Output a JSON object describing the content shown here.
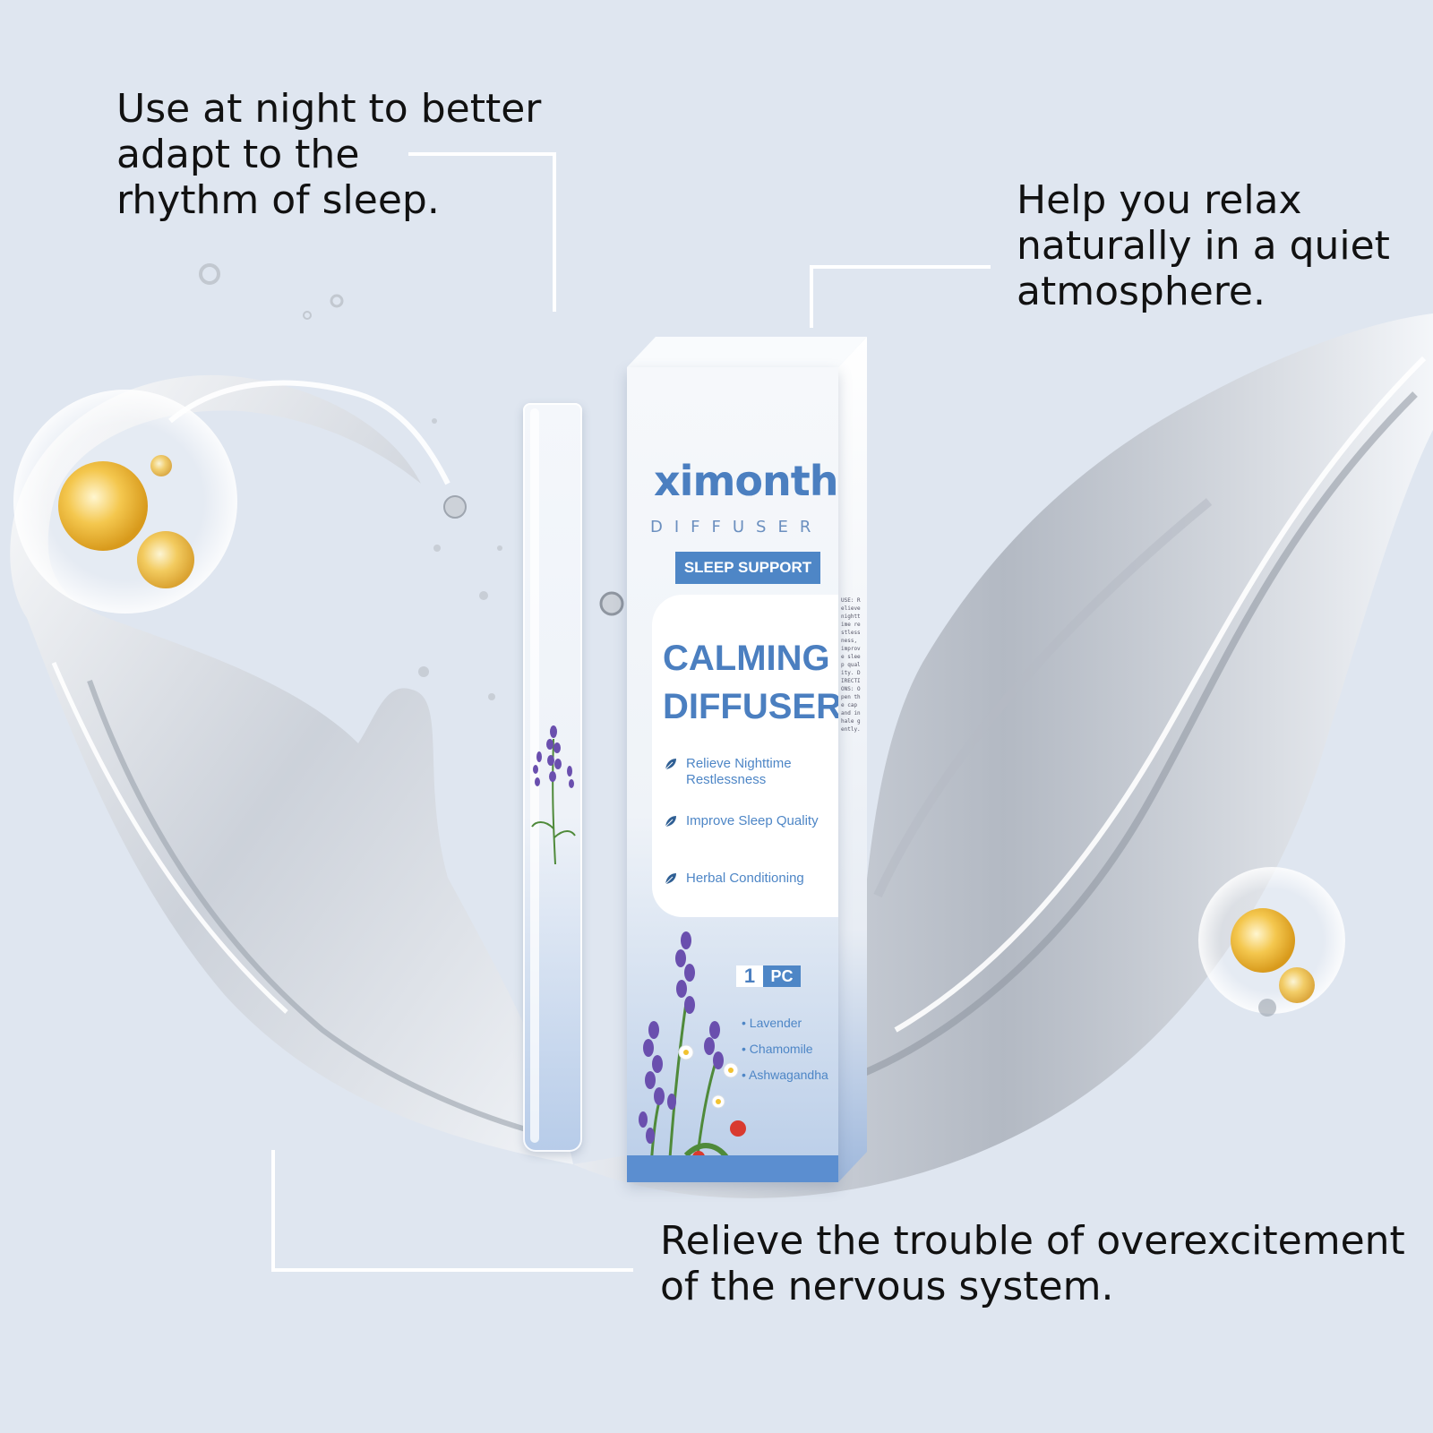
{
  "callouts": {
    "top_left": [
      "Use at night to better",
      "adapt to the",
      "rhythm of sleep."
    ],
    "top_right": [
      "Help you relax",
      "naturally in a quiet",
      "atmosphere."
    ],
    "bottom": [
      "Relieve the trouble of overexcitement",
      "of the nervous system."
    ]
  },
  "product": {
    "brand": "ximonth",
    "sub_brand": "DIFFUSER",
    "badge": "SLEEP SUPPORT",
    "title_line1": "CALMING",
    "title_line2": "DIFFUSER",
    "features": [
      "Relieve Nighttime Restlessness",
      "Improve Sleep Quality",
      "Herbal Conditioning"
    ],
    "quantity_number": "1",
    "quantity_unit": "PC",
    "ingredients": [
      "Lavender",
      "Chamomile",
      "Ashwagandha"
    ],
    "side_text": "USE: Relieve nighttime restlessness, improve sleep quality. DIRECTIONS: Open the cap and inhale gently."
  },
  "colors": {
    "background": "#dfe6f0",
    "brand_blue": "#4b7fc0",
    "badge_blue": "#4e86c6",
    "callout_line": "#ffffff",
    "text": "#111111"
  },
  "icons": [
    "leaf-icon",
    "lavender-sprig",
    "water-splash",
    "oil-bubble"
  ]
}
